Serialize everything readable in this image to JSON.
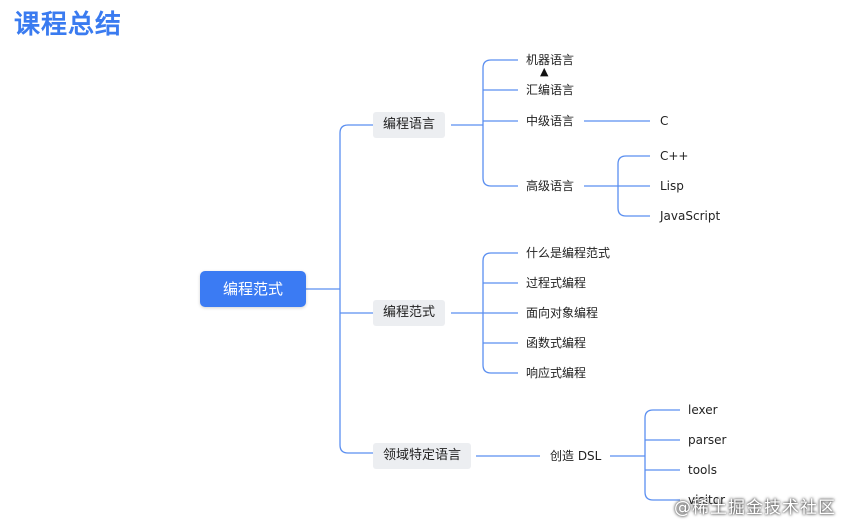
{
  "title": "课程总结",
  "root": "编程范式",
  "colors": {
    "line": "#5b8ff0",
    "root_bg": "#3b7bf3",
    "title": "#3a7bf0",
    "box_bg": "#eceef1"
  },
  "branches": [
    {
      "label": "编程语言",
      "children": [
        {
          "label": "机器语言"
        },
        {
          "label": "汇编语言"
        },
        {
          "label": "中级语言",
          "children": [
            "C"
          ]
        },
        {
          "label": "高级语言",
          "children": [
            "C++",
            "Lisp",
            "JavaScript"
          ]
        }
      ]
    },
    {
      "label": "编程范式",
      "children": [
        {
          "label": "什么是编程范式"
        },
        {
          "label": "过程式编程"
        },
        {
          "label": "面向对象编程"
        },
        {
          "label": "函数式编程"
        },
        {
          "label": "响应式编程"
        }
      ]
    },
    {
      "label": "领域特定语言",
      "children": [
        {
          "label": "创造 DSL",
          "children": [
            "lexer",
            "parser",
            "tools",
            "visitor"
          ]
        }
      ]
    }
  ],
  "watermark": "@稀土掘金技术社区"
}
